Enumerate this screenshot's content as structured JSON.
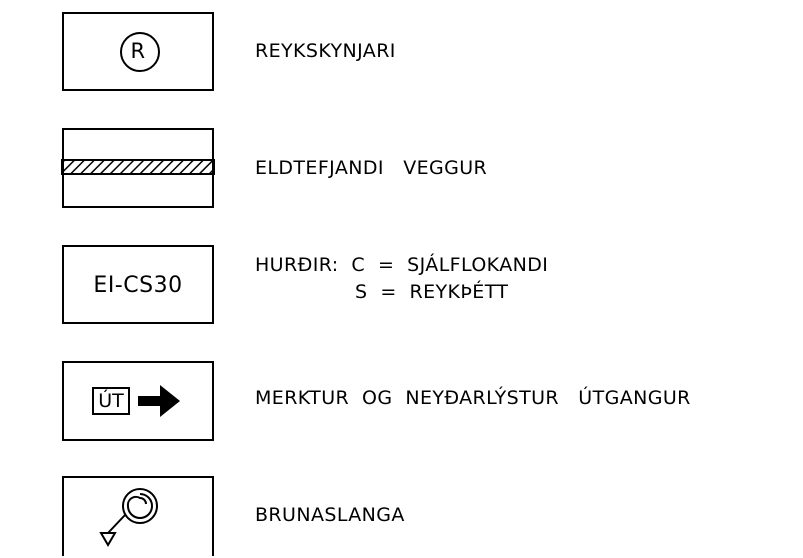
{
  "legend": {
    "smoke_detector": {
      "symbol_letter": "R",
      "label": "REYKSKYNJARI"
    },
    "fire_wall": {
      "label": "ELDTEFJANDI   VEGGUR"
    },
    "doors": {
      "symbol_text": "EI-CS30",
      "label_line1": "HURÐIR:  C  =  SJÁLFLOKANDI",
      "label_line2": "S  =  REYKÞÉTT"
    },
    "exit": {
      "symbol_text": "ÚT",
      "label": "MERKTUR  OG  NEYÐARLÝSTUR   ÚTGANGUR"
    },
    "fire_hose": {
      "label": "BRUNASLANGA"
    }
  }
}
